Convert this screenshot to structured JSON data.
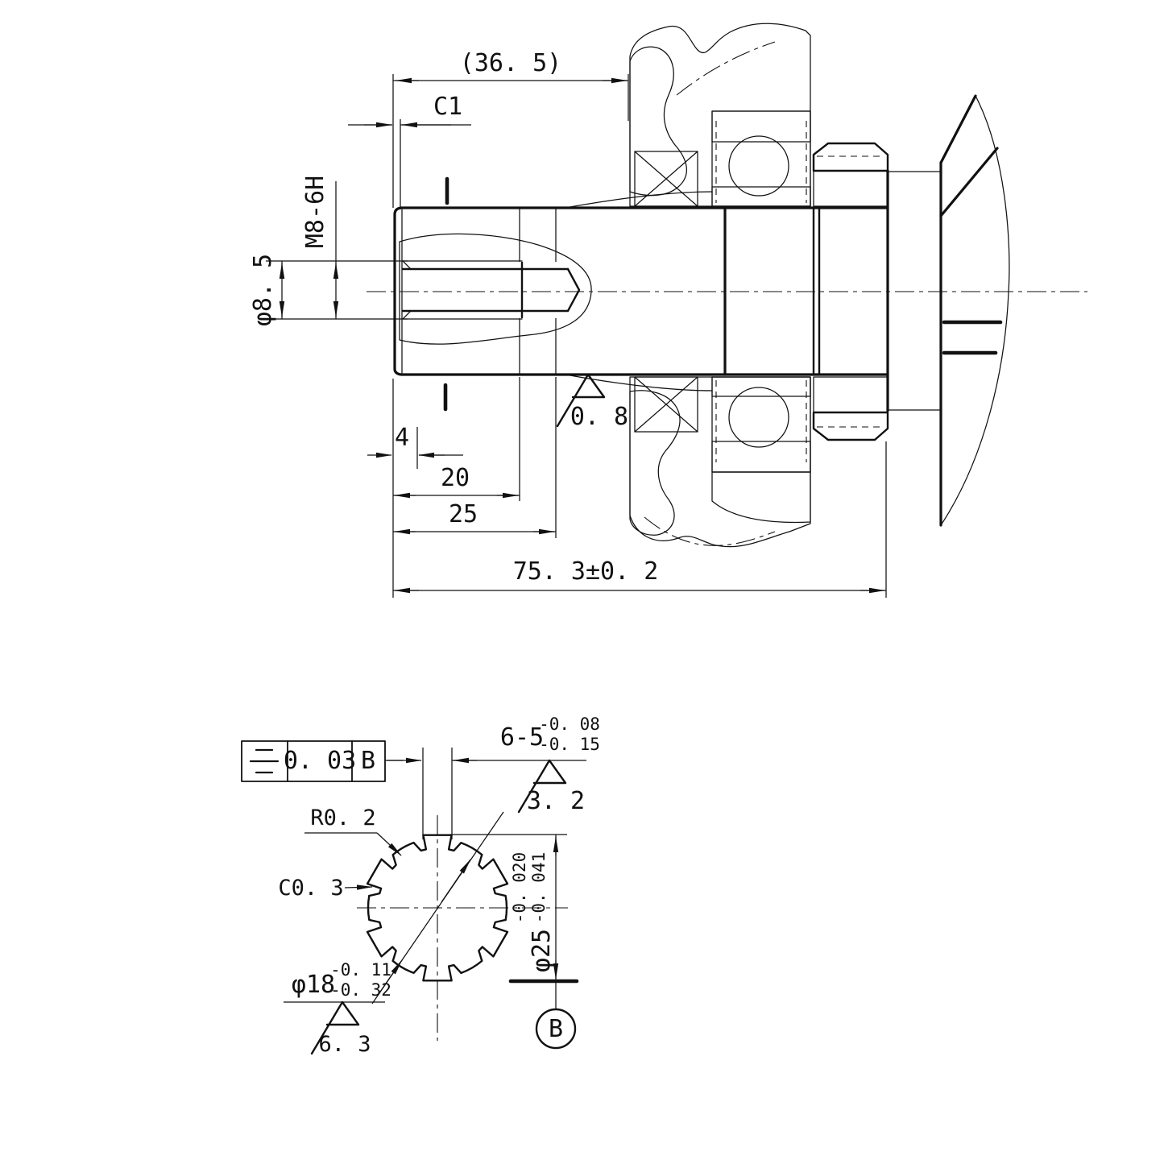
{
  "main_view": {
    "dims": {
      "overall_ref": "(36. 5)",
      "chamfer": "C1",
      "thread": "M8-6H",
      "pilot_diameter": "φ8. 5",
      "roughness_fillet": "0. 8",
      "thread_start": "4",
      "thread_depth": "20",
      "shoulder": "25",
      "total_length": "75. 3±0. 2"
    }
  },
  "section_view": {
    "feature_control_frame": {
      "symbol": "symmetry",
      "tolerance": "0. 03",
      "datum": "B"
    },
    "spline_width": {
      "value": "6-5",
      "upper_tol": "-0. 08",
      "lower_tol": "-0. 15"
    },
    "roughness_spline_flank": "3. 2",
    "fillet_radius": "R0. 2",
    "chamfer": "C0. 3",
    "major_diameter": {
      "value": "φ25",
      "upper_tol": "-0. 020",
      "lower_tol": "-0. 041"
    },
    "minor_diameter": {
      "value": "φ18",
      "upper_tol": "-0. 11",
      "lower_tol": "-0. 32"
    },
    "roughness_minor": "6. 3",
    "datum_label": "B"
  }
}
